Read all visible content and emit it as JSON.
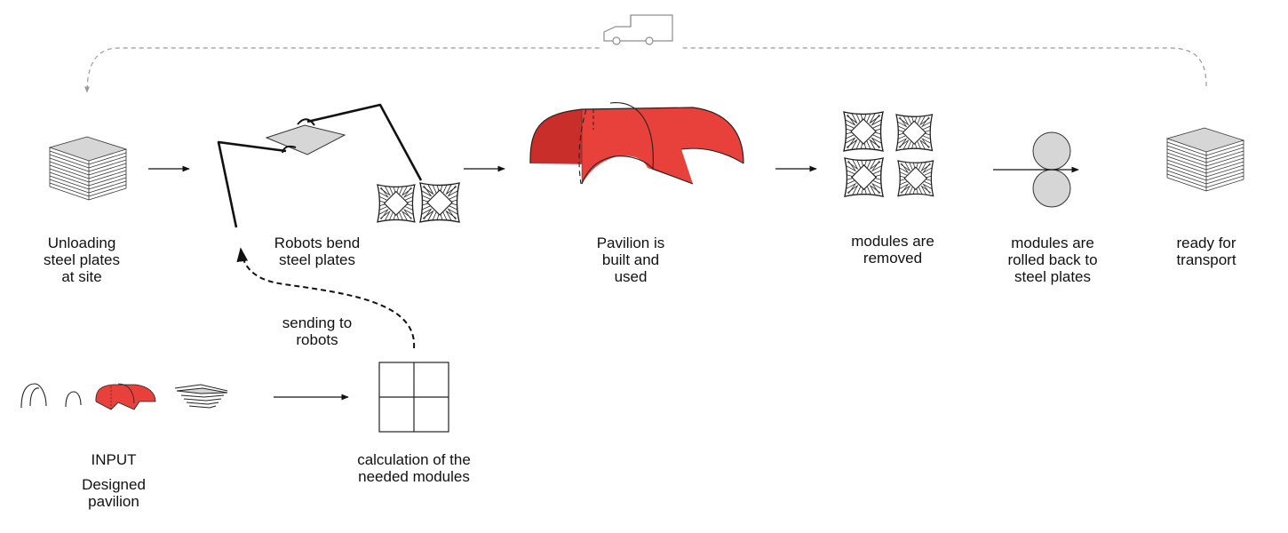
{
  "labels": {
    "unloading": [
      "Unloading",
      "steel plates",
      "at site"
    ],
    "robots": [
      "Robots bend",
      "steel plates"
    ],
    "pavilion": [
      "Pavilion is",
      "built and",
      "used"
    ],
    "removed": [
      "modules are",
      "removed"
    ],
    "rolled": [
      "modules are",
      "rolled back to",
      "steel plates"
    ],
    "ready": [
      "ready for",
      "transport"
    ],
    "sending": [
      "sending to",
      "robots"
    ],
    "input_title": "INPUT",
    "input": [
      "Designed",
      "pavilion"
    ],
    "calc": [
      "calculation of the",
      "needed modules"
    ]
  },
  "colors": {
    "pavilion_red": "#e8403b",
    "plate_grey": "#d6d6d6",
    "line": "#111111",
    "dashed_grey": "#9a9a9a"
  },
  "icons": [
    "truck-icon",
    "steel-plate-stack-icon",
    "robot-arm-icon",
    "module-icon",
    "pavilion-icon",
    "roller-icon",
    "grid-icon",
    "arch-icon"
  ]
}
